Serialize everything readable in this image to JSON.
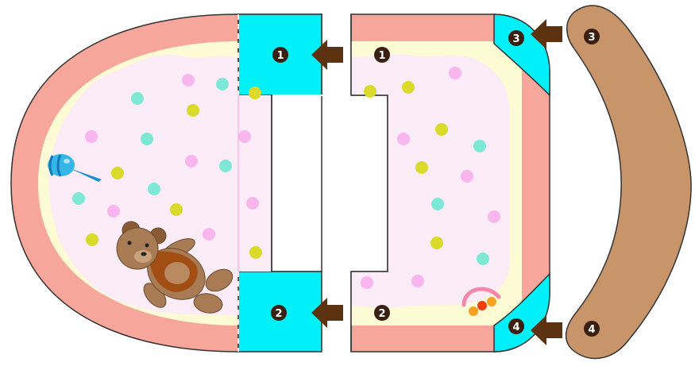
{
  "colors": {
    "border": "#f6a69b",
    "cream": "#fdfbd3",
    "pink_fill": "#fcecf8",
    "tab": "#00f0fa",
    "arrow": "#5c3210",
    "badge": "#3a2010",
    "strap": "#c8956a",
    "dot_pink": "#f9b5ee",
    "dot_teal": "#7ee8d7",
    "dot_yellow": "#dada2a"
  },
  "parts": {
    "left_tab_top": "1",
    "left_tab_bottom": "2",
    "right_piece_top": "1",
    "right_piece_bottom": "2",
    "right_corner_top": "3",
    "right_corner_bottom": "4",
    "strap_top": "3",
    "strap_bottom": "4"
  },
  "icons": {
    "left_piece": [
      "teddy-bear-icon",
      "rattle-icon"
    ],
    "right_piece": [
      "rainbow-rattle-icon"
    ],
    "attach": "arrow-left-icon"
  }
}
